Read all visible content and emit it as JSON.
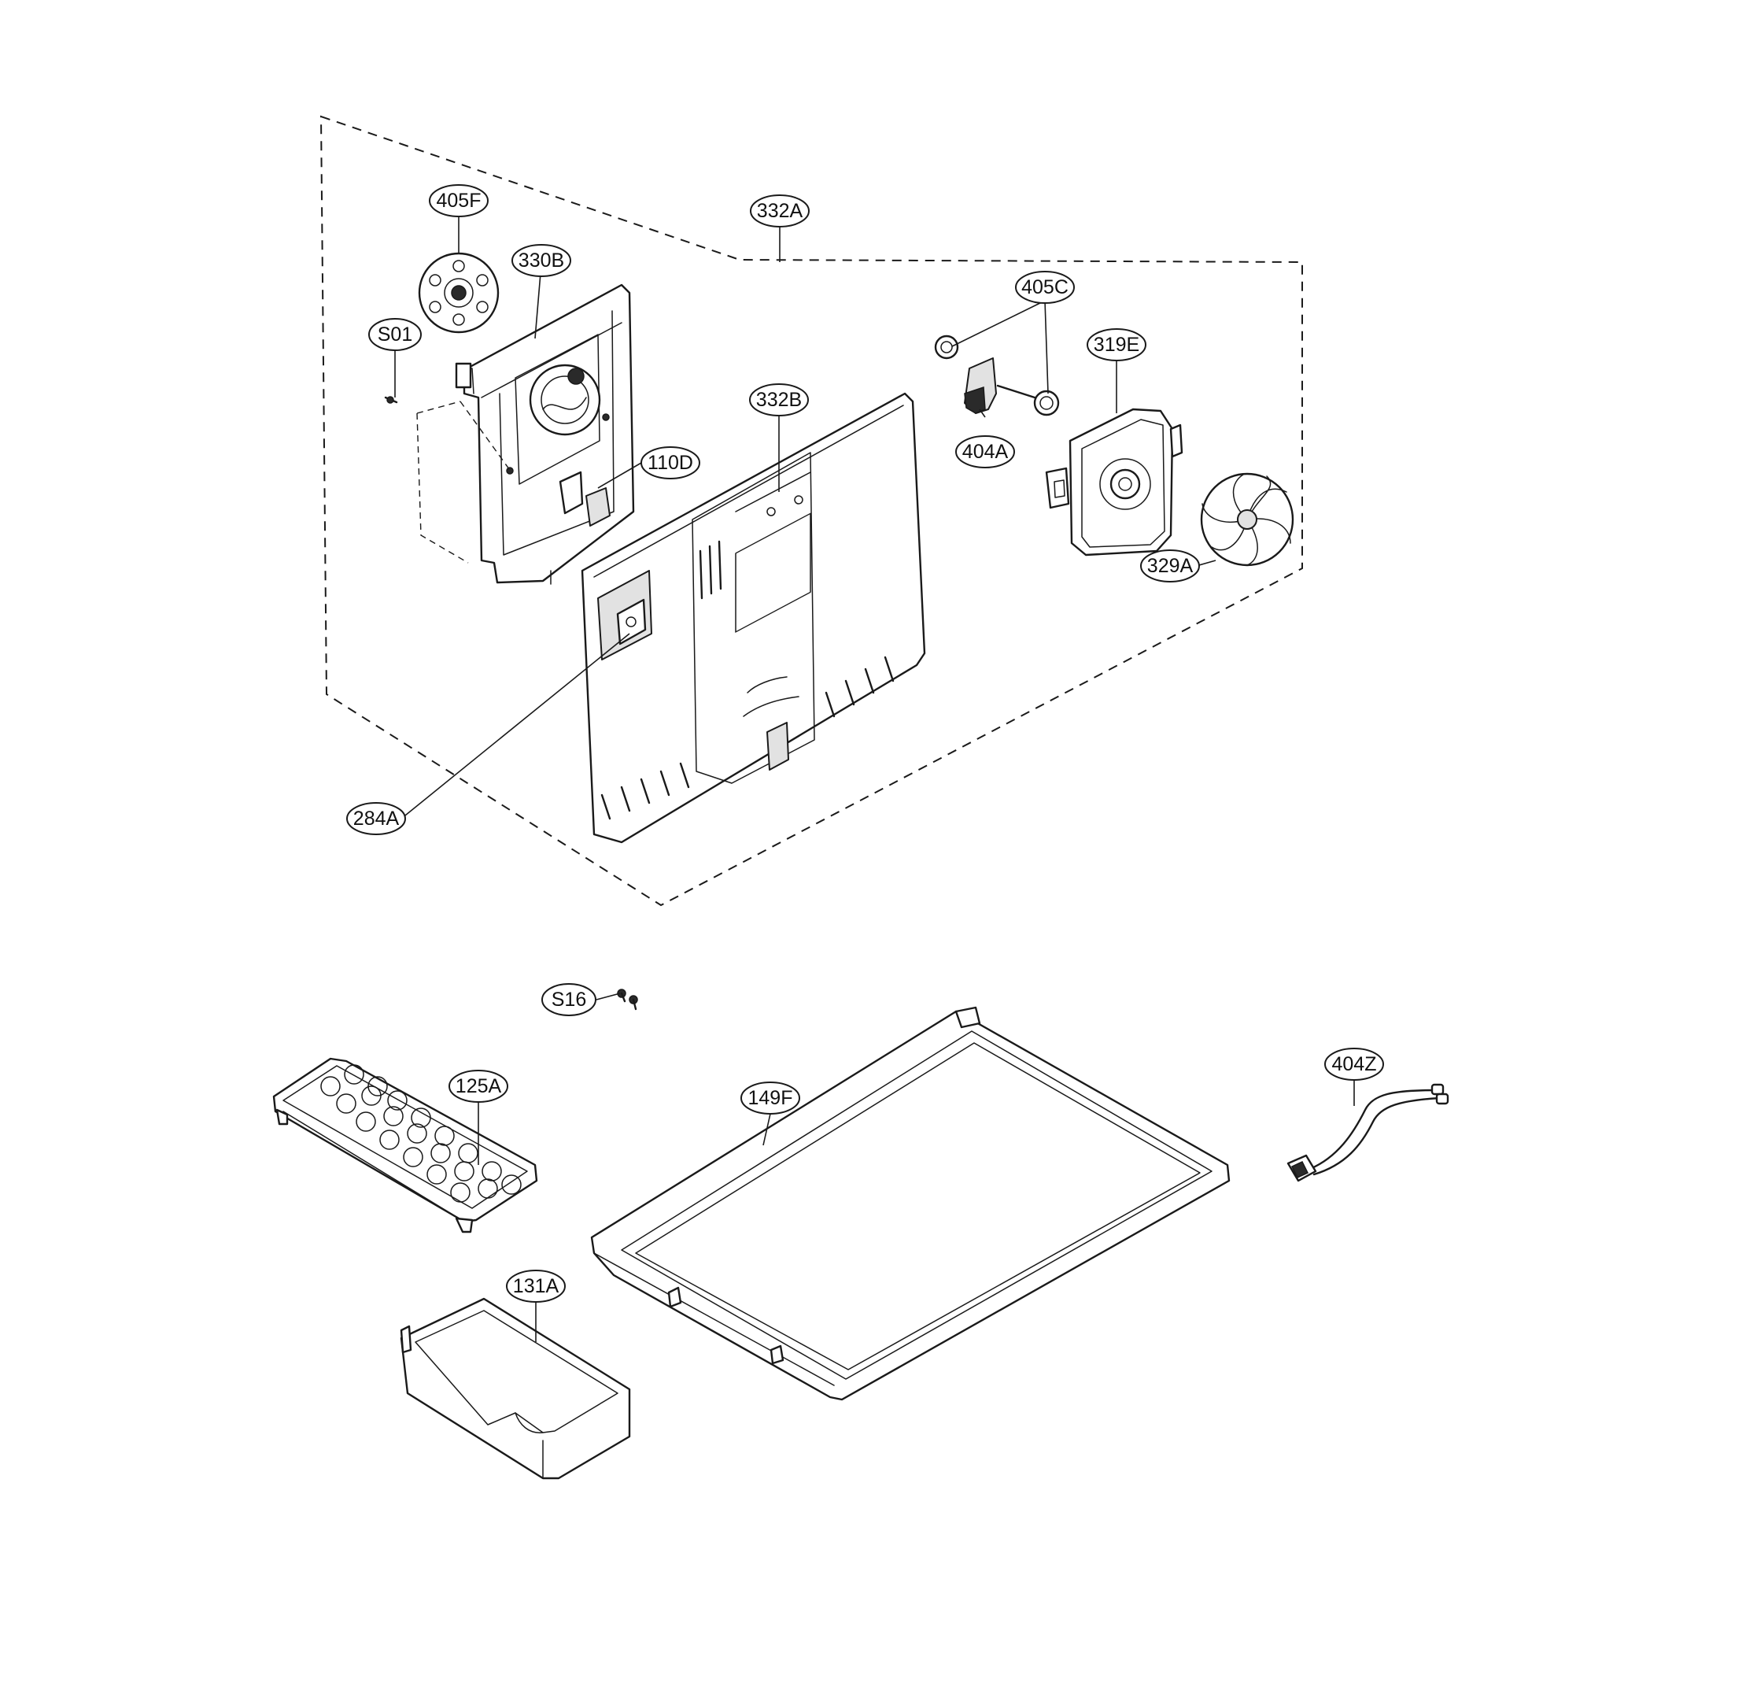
{
  "callouts": [
    {
      "id": "405F",
      "label": "405F"
    },
    {
      "id": "330B",
      "label": "330B"
    },
    {
      "id": "S01",
      "label": "S01"
    },
    {
      "id": "332A",
      "label": "332A"
    },
    {
      "id": "332B",
      "label": "332B"
    },
    {
      "id": "110D",
      "label": "110D"
    },
    {
      "id": "405C",
      "label": "405C"
    },
    {
      "id": "319E",
      "label": "319E"
    },
    {
      "id": "404A",
      "label": "404A"
    },
    {
      "id": "329A",
      "label": "329A"
    },
    {
      "id": "284A",
      "label": "284A"
    },
    {
      "id": "S16",
      "label": "S16"
    },
    {
      "id": "125A",
      "label": "125A"
    },
    {
      "id": "149F",
      "label": "149F"
    },
    {
      "id": "404Z",
      "label": "404Z"
    },
    {
      "id": "131A",
      "label": "131A"
    }
  ]
}
